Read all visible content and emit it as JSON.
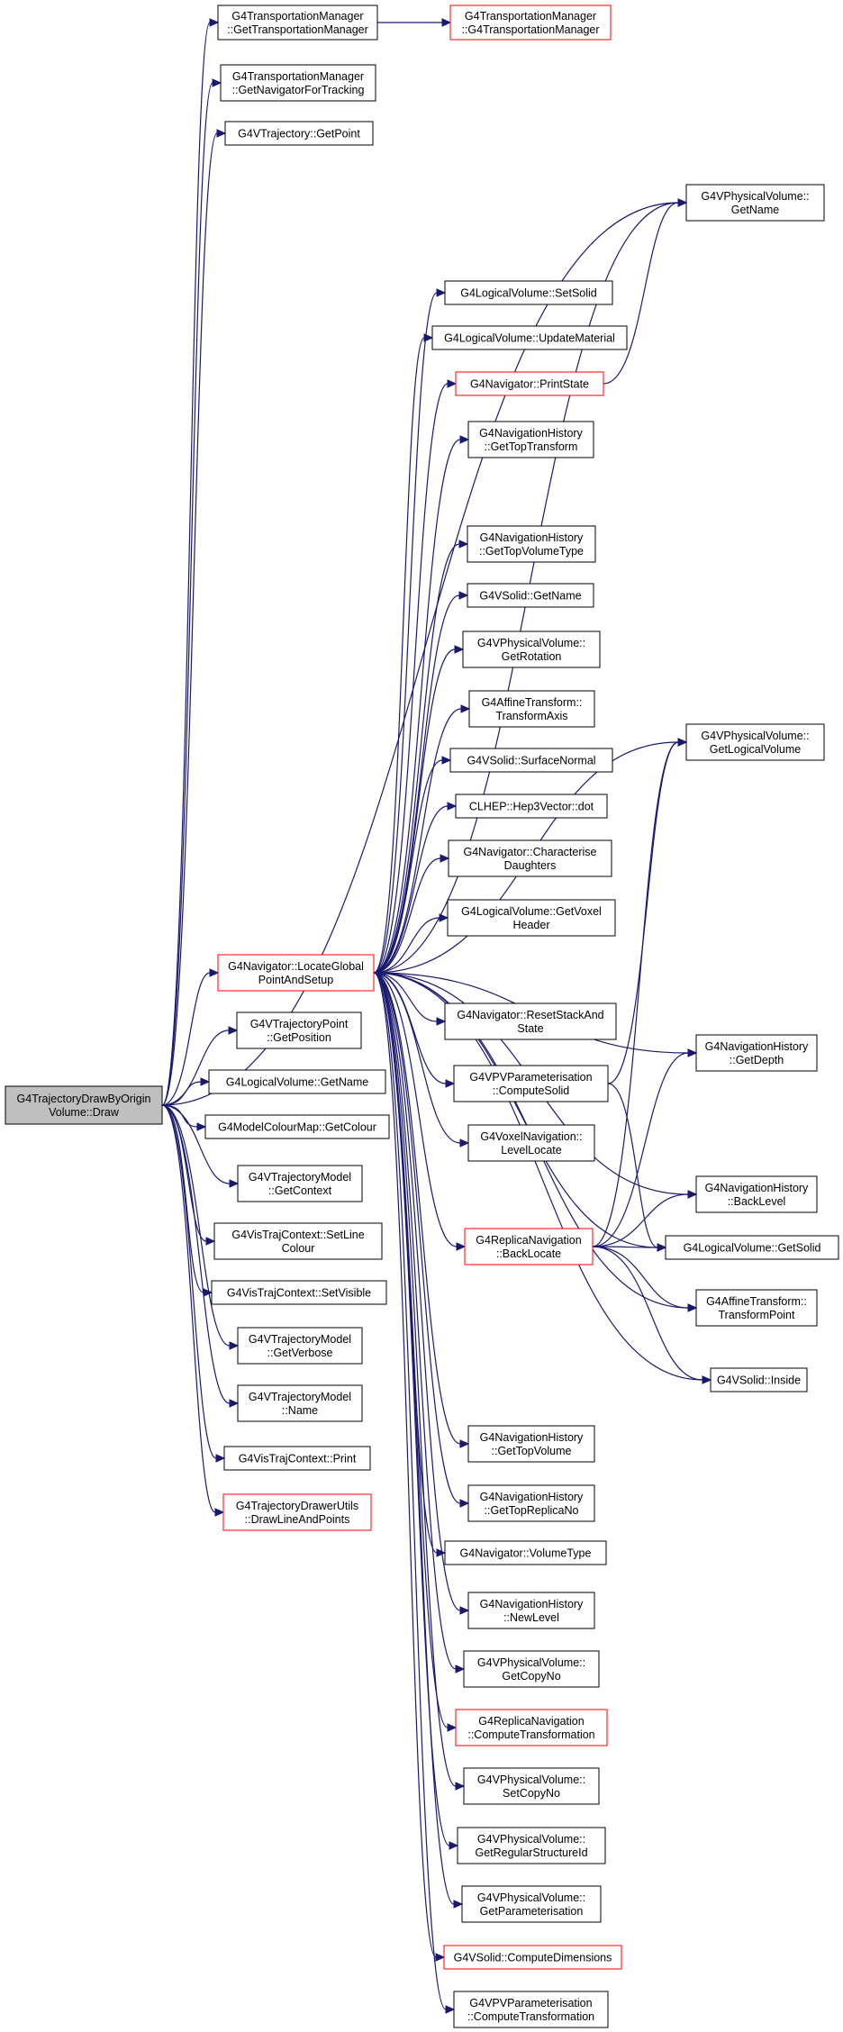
{
  "graph": {
    "root": "n_root",
    "colors": {
      "edge": "#191970",
      "normal_border": "#000000",
      "truncated_border": "#ff0000",
      "root_fill": "#bfbfbf",
      "node_fill": "#ffffff"
    },
    "nodes": [
      {
        "id": "n_root",
        "lines": [
          "G4TrajectoryDrawByOrigin",
          "Volume::Draw"
        ],
        "style": "root"
      },
      {
        "id": "n_tm_ctor_caller",
        "lines": [
          "G4TransportationManager",
          "::GetTransportationManager"
        ],
        "style": "normal"
      },
      {
        "id": "n_tm_ctor",
        "lines": [
          "G4TransportationManager",
          "::G4TransportationManager"
        ],
        "style": "truncated"
      },
      {
        "id": "n_tm_nav",
        "lines": [
          "G4TransportationManager",
          "::GetNavigatorForTracking"
        ],
        "style": "normal"
      },
      {
        "id": "n_traj_point",
        "lines": [
          "G4VTrajectory::GetPoint"
        ],
        "style": "normal"
      },
      {
        "id": "n_pv_getname",
        "lines": [
          "G4VPhysicalVolume::",
          "GetName"
        ],
        "style": "normal"
      },
      {
        "id": "n_lv_setsolid",
        "lines": [
          "G4LogicalVolume::SetSolid"
        ],
        "style": "normal"
      },
      {
        "id": "n_lv_updmat",
        "lines": [
          "G4LogicalVolume::UpdateMaterial"
        ],
        "style": "normal"
      },
      {
        "id": "n_nav_print",
        "lines": [
          "G4Navigator::PrintState"
        ],
        "style": "truncated"
      },
      {
        "id": "n_nh_toptrans",
        "lines": [
          "G4NavigationHistory",
          "::GetTopTransform"
        ],
        "style": "normal"
      },
      {
        "id": "n_nh_topvoltype",
        "lines": [
          "G4NavigationHistory",
          "::GetTopVolumeType"
        ],
        "style": "normal"
      },
      {
        "id": "n_solid_getname",
        "lines": [
          "G4VSolid::GetName"
        ],
        "style": "normal"
      },
      {
        "id": "n_pv_rot",
        "lines": [
          "G4VPhysicalVolume::",
          "GetRotation"
        ],
        "style": "normal"
      },
      {
        "id": "n_aff_axis",
        "lines": [
          "G4AffineTransform::",
          "TransformAxis"
        ],
        "style": "normal"
      },
      {
        "id": "n_solid_surf",
        "lines": [
          "G4VSolid::SurfaceNormal"
        ],
        "style": "normal"
      },
      {
        "id": "n_clhep_dot",
        "lines": [
          "CLHEP::Hep3Vector::dot"
        ],
        "style": "normal"
      },
      {
        "id": "n_pv_getlv",
        "lines": [
          "G4VPhysicalVolume::",
          "GetLogicalVolume"
        ],
        "style": "normal"
      },
      {
        "id": "n_nav_char",
        "lines": [
          "G4Navigator::Characterise",
          "Daughters"
        ],
        "style": "normal"
      },
      {
        "id": "n_lv_voxel",
        "lines": [
          "G4LogicalVolume::GetVoxel",
          "Header"
        ],
        "style": "normal"
      },
      {
        "id": "n_nav_locate",
        "lines": [
          "G4Navigator::LocateGlobal",
          "PointAndSetup"
        ],
        "style": "truncated"
      },
      {
        "id": "n_nav_reset",
        "lines": [
          "G4Navigator::ResetStackAnd",
          "State"
        ],
        "style": "normal"
      },
      {
        "id": "n_tp_pos",
        "lines": [
          "G4VTrajectoryPoint",
          "::GetPosition"
        ],
        "style": "normal"
      },
      {
        "id": "n_nh_depth",
        "lines": [
          "G4NavigationHistory",
          "::GetDepth"
        ],
        "style": "normal"
      },
      {
        "id": "n_pvpar_solid",
        "lines": [
          "G4VPVParameterisation",
          "::ComputeSolid"
        ],
        "style": "normal"
      },
      {
        "id": "n_lv_getname",
        "lines": [
          "G4LogicalVolume::GetName"
        ],
        "style": "normal"
      },
      {
        "id": "n_cmap_colour",
        "lines": [
          "G4ModelColourMap::GetColour"
        ],
        "style": "normal"
      },
      {
        "id": "n_voxnav_level",
        "lines": [
          "G4VoxelNavigation::",
          "LevelLocate"
        ],
        "style": "normal"
      },
      {
        "id": "n_tm_context",
        "lines": [
          "G4VTrajectoryModel",
          "::GetContext"
        ],
        "style": "normal"
      },
      {
        "id": "n_nh_backlevel",
        "lines": [
          "G4NavigationHistory",
          "::BackLevel"
        ],
        "style": "normal"
      },
      {
        "id": "n_ctx_linecol",
        "lines": [
          "G4VisTrajContext::SetLine",
          "Colour"
        ],
        "style": "normal"
      },
      {
        "id": "n_repl_back",
        "lines": [
          "G4ReplicaNavigation",
          "::BackLocate"
        ],
        "style": "truncated"
      },
      {
        "id": "n_lv_getsolid",
        "lines": [
          "G4LogicalVolume::GetSolid"
        ],
        "style": "normal"
      },
      {
        "id": "n_ctx_setvis",
        "lines": [
          "G4VisTrajContext::SetVisible"
        ],
        "style": "normal"
      },
      {
        "id": "n_aff_point",
        "lines": [
          "G4AffineTransform::",
          "TransformPoint"
        ],
        "style": "normal"
      },
      {
        "id": "n_tm_verbose",
        "lines": [
          "G4VTrajectoryModel",
          "::GetVerbose"
        ],
        "style": "normal"
      },
      {
        "id": "n_tm_name",
        "lines": [
          "G4VTrajectoryModel",
          "::Name"
        ],
        "style": "normal"
      },
      {
        "id": "n_solid_inside",
        "lines": [
          "G4VSolid::Inside"
        ],
        "style": "normal"
      },
      {
        "id": "n_nh_topvol",
        "lines": [
          "G4NavigationHistory",
          "::GetTopVolume"
        ],
        "style": "normal"
      },
      {
        "id": "n_ctx_print",
        "lines": [
          "G4VisTrajContext::Print"
        ],
        "style": "normal"
      },
      {
        "id": "n_drawutils",
        "lines": [
          "G4TrajectoryDrawerUtils",
          "::DrawLineAndPoints"
        ],
        "style": "truncated"
      },
      {
        "id": "n_nh_toprepl",
        "lines": [
          "G4NavigationHistory",
          "::GetTopReplicaNo"
        ],
        "style": "normal"
      },
      {
        "id": "n_nav_voltype",
        "lines": [
          "G4Navigator::VolumeType"
        ],
        "style": "normal"
      },
      {
        "id": "n_nh_newlevel",
        "lines": [
          "G4NavigationHistory",
          "::NewLevel"
        ],
        "style": "normal"
      },
      {
        "id": "n_pv_getcopy",
        "lines": [
          "G4VPhysicalVolume::",
          "GetCopyNo"
        ],
        "style": "normal"
      },
      {
        "id": "n_repl_comptrans",
        "lines": [
          "G4ReplicaNavigation",
          "::ComputeTransformation"
        ],
        "style": "truncated"
      },
      {
        "id": "n_pv_setcopy",
        "lines": [
          "G4VPhysicalVolume::",
          "SetCopyNo"
        ],
        "style": "normal"
      },
      {
        "id": "n_pv_regid",
        "lines": [
          "G4VPhysicalVolume::",
          "GetRegularStructureId"
        ],
        "style": "normal"
      },
      {
        "id": "n_pv_param",
        "lines": [
          "G4VPhysicalVolume::",
          "GetParameterisation"
        ],
        "style": "normal"
      },
      {
        "id": "n_solid_compdim",
        "lines": [
          "G4VSolid::ComputeDimensions"
        ],
        "style": "truncated"
      },
      {
        "id": "n_pvpar_trans",
        "lines": [
          "G4VPVParameterisation",
          "::ComputeTransformation"
        ],
        "style": "normal"
      }
    ],
    "edges": [
      [
        "n_root",
        "n_tm_ctor_caller"
      ],
      [
        "n_root",
        "n_tm_nav"
      ],
      [
        "n_root",
        "n_traj_point"
      ],
      [
        "n_root",
        "n_pv_getname"
      ],
      [
        "n_root",
        "n_nav_locate"
      ],
      [
        "n_root",
        "n_tp_pos"
      ],
      [
        "n_root",
        "n_lv_getname"
      ],
      [
        "n_root",
        "n_cmap_colour"
      ],
      [
        "n_root",
        "n_tm_context"
      ],
      [
        "n_root",
        "n_ctx_linecol"
      ],
      [
        "n_root",
        "n_ctx_setvis"
      ],
      [
        "n_root",
        "n_tm_verbose"
      ],
      [
        "n_root",
        "n_tm_name"
      ],
      [
        "n_root",
        "n_ctx_print"
      ],
      [
        "n_root",
        "n_drawutils"
      ],
      [
        "n_tm_ctor_caller",
        "n_tm_ctor"
      ],
      [
        "n_nav_locate",
        "n_pv_getname"
      ],
      [
        "n_nav_locate",
        "n_lv_setsolid"
      ],
      [
        "n_nav_locate",
        "n_lv_updmat"
      ],
      [
        "n_nav_locate",
        "n_nav_print"
      ],
      [
        "n_nav_locate",
        "n_nh_toptrans"
      ],
      [
        "n_nav_locate",
        "n_pv_getlv"
      ],
      [
        "n_nav_locate",
        "n_nh_topvoltype"
      ],
      [
        "n_nav_locate",
        "n_solid_getname"
      ],
      [
        "n_nav_locate",
        "n_pv_rot"
      ],
      [
        "n_nav_locate",
        "n_aff_axis"
      ],
      [
        "n_nav_locate",
        "n_solid_surf"
      ],
      [
        "n_nav_locate",
        "n_clhep_dot"
      ],
      [
        "n_nav_locate",
        "n_nav_char"
      ],
      [
        "n_nav_locate",
        "n_lv_voxel"
      ],
      [
        "n_nav_locate",
        "n_nav_reset"
      ],
      [
        "n_nav_locate",
        "n_nh_depth"
      ],
      [
        "n_nav_locate",
        "n_pvpar_solid"
      ],
      [
        "n_nav_locate",
        "n_voxnav_level"
      ],
      [
        "n_nav_locate",
        "n_nh_backlevel"
      ],
      [
        "n_nav_locate",
        "n_repl_back"
      ],
      [
        "n_nav_locate",
        "n_lv_getsolid"
      ],
      [
        "n_nav_locate",
        "n_aff_point"
      ],
      [
        "n_nav_locate",
        "n_solid_inside"
      ],
      [
        "n_nav_locate",
        "n_nh_topvol"
      ],
      [
        "n_nav_locate",
        "n_nh_toprepl"
      ],
      [
        "n_nav_locate",
        "n_nav_voltype"
      ],
      [
        "n_nav_locate",
        "n_nh_newlevel"
      ],
      [
        "n_nav_locate",
        "n_pv_getcopy"
      ],
      [
        "n_nav_locate",
        "n_repl_comptrans"
      ],
      [
        "n_nav_locate",
        "n_pv_setcopy"
      ],
      [
        "n_nav_locate",
        "n_pv_regid"
      ],
      [
        "n_nav_locate",
        "n_pv_param"
      ],
      [
        "n_nav_locate",
        "n_solid_compdim"
      ],
      [
        "n_nav_locate",
        "n_pvpar_trans"
      ],
      [
        "n_nav_print",
        "n_pv_getname"
      ],
      [
        "n_pvpar_solid",
        "n_pv_getlv"
      ],
      [
        "n_pvpar_solid",
        "n_lv_getsolid"
      ],
      [
        "n_repl_back",
        "n_pv_getlv"
      ],
      [
        "n_repl_back",
        "n_nh_depth"
      ],
      [
        "n_repl_back",
        "n_nh_backlevel"
      ],
      [
        "n_repl_back",
        "n_lv_getsolid"
      ],
      [
        "n_repl_back",
        "n_aff_point"
      ],
      [
        "n_repl_back",
        "n_solid_inside"
      ]
    ]
  }
}
